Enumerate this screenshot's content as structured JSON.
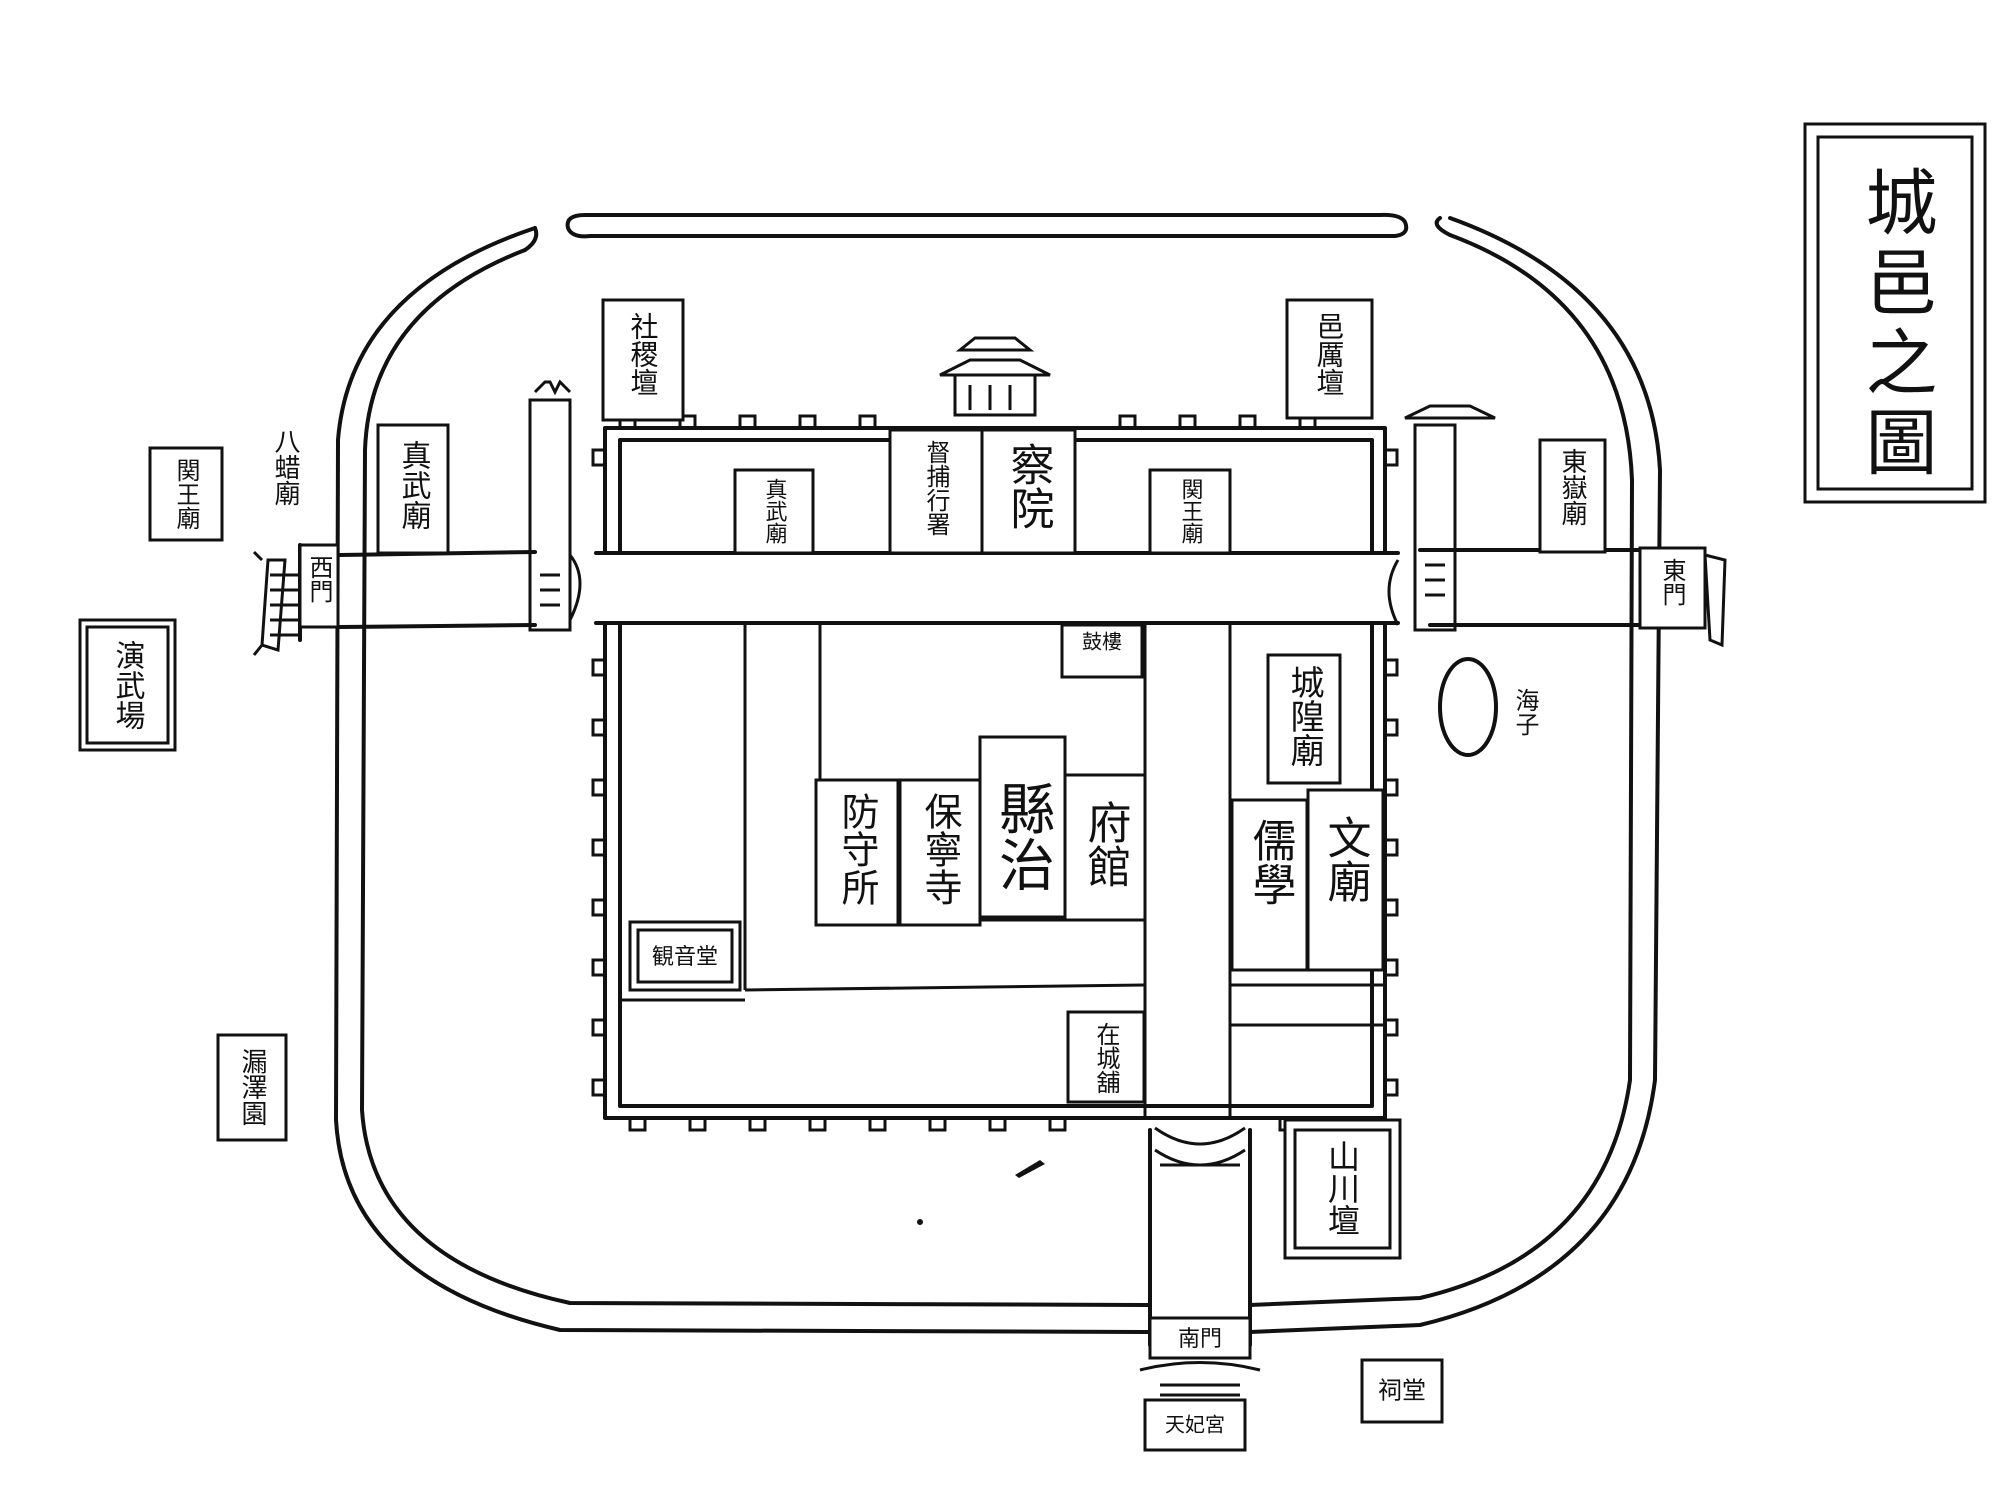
{
  "title": "城邑之圖",
  "labels": {
    "xiaci": "八蜡廟",
    "guanwang_w": "関王廟",
    "yanwu": "演武場",
    "zhenwu_w": "真武廟",
    "sheji": "社稷壇",
    "yili": "邑厲壇",
    "dongyue": "東嶽廟",
    "zhenwu_in": "真武廟",
    "dubu": "督捕行署",
    "chayuan": "察院",
    "guanwang_in": "関王廟",
    "xizhi": "縣治",
    "fangshou": "防守所",
    "baoning": "保寧寺",
    "fuguan": "府館",
    "chenghuang": "城隍廟",
    "ruxue": "儒學",
    "wenmiao": "文廟",
    "gulou": "鼓樓",
    "zaicheng": "在城舖",
    "guanyin": "観音堂",
    "shanchuan": "山川壇",
    "louze": "漏澤園",
    "tianfei": "天妃宮",
    "cisi": "祠堂",
    "gate_west": "西門",
    "gate_east": "東門",
    "gate_south": "南門",
    "haizi": "海子"
  }
}
